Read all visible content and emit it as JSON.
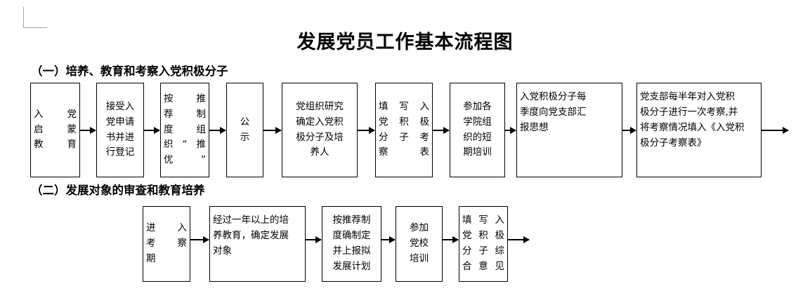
{
  "document": {
    "title": "发展党员工作基本流程图",
    "corner_guide": "page-margin-corner-mark"
  },
  "sections": [
    {
      "id": "section-1",
      "label": "（一）培养、教育和考察入党积极分子",
      "steps": [
        {
          "id": "step-1-1",
          "text": "入 党\n启 蒙\n教 育"
        },
        {
          "id": "step-1-2",
          "text": "接受入\n党申请\n书并进\n行登记"
        },
        {
          "id": "step-1-3",
          "text": "按 推\n荐 制\n度 组\n织“推\n优”"
        },
        {
          "id": "step-1-4",
          "text": "公\n示"
        },
        {
          "id": "step-1-5",
          "text": "党组织研究\n确定入党积\n极分子及培\n养人"
        },
        {
          "id": "step-1-6",
          "text": "填 写 入\n党 积 极\n分 子 考\n察表"
        },
        {
          "id": "step-1-7",
          "text": "参加各\n学院组\n织的短\n期培训"
        },
        {
          "id": "step-1-8",
          "text": "入党积极分子每\n季度向党支部汇\n报思想"
        },
        {
          "id": "step-1-9",
          "text": "党支部每半年对入党积\n极分子进行一次考察,并\n将考察情况填入《入党积\n极分子考察表》"
        }
      ],
      "arrow_count": 9
    },
    {
      "id": "section-2",
      "label": "（二）发展对象的审查和教育培养",
      "steps": [
        {
          "id": "step-2-1",
          "text": "进 入\n考 察\n期"
        },
        {
          "id": "step-2-2",
          "text": "经过一年以上的培\n养教育，确定发展\n对象"
        },
        {
          "id": "step-2-3",
          "text": "按推荐制\n度确制定\n并上报拟\n发展计划"
        },
        {
          "id": "step-2-4",
          "text": "参加\n党校\n培训"
        },
        {
          "id": "step-2-5",
          "text": "填写入\n党积极\n分子综\n合意见"
        }
      ],
      "arrow_count": 5
    }
  ],
  "colors": {
    "stroke": "#000000",
    "background": "#ffffff",
    "guide": "#a6a6a6"
  }
}
